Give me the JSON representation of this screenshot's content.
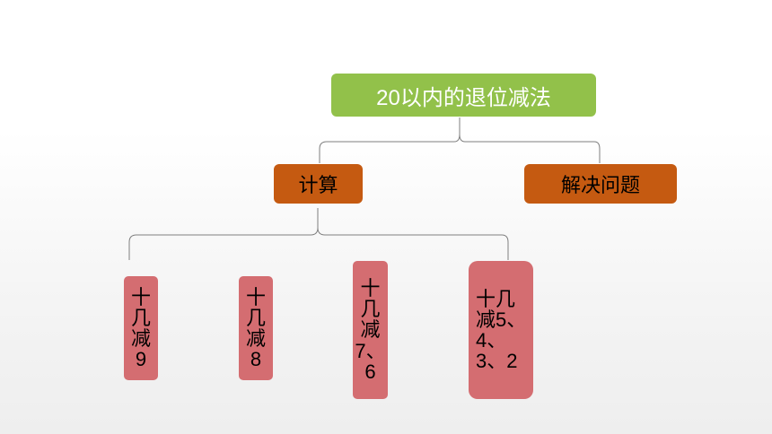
{
  "root": {
    "label": "20以内的退位减法"
  },
  "children": [
    {
      "label": "计算",
      "children": [
        {
          "label": "十几减9"
        },
        {
          "label": "十几减8"
        },
        {
          "label": "十几减7、6"
        },
        {
          "label": "十几减5、4、3、2"
        }
      ]
    },
    {
      "label": "解决问题"
    }
  ],
  "colors": {
    "root_fill": "#92c14a",
    "branch_fill": "#c55a11",
    "leaf_fill": "#d46d71",
    "connector": "#7f7f7f"
  }
}
